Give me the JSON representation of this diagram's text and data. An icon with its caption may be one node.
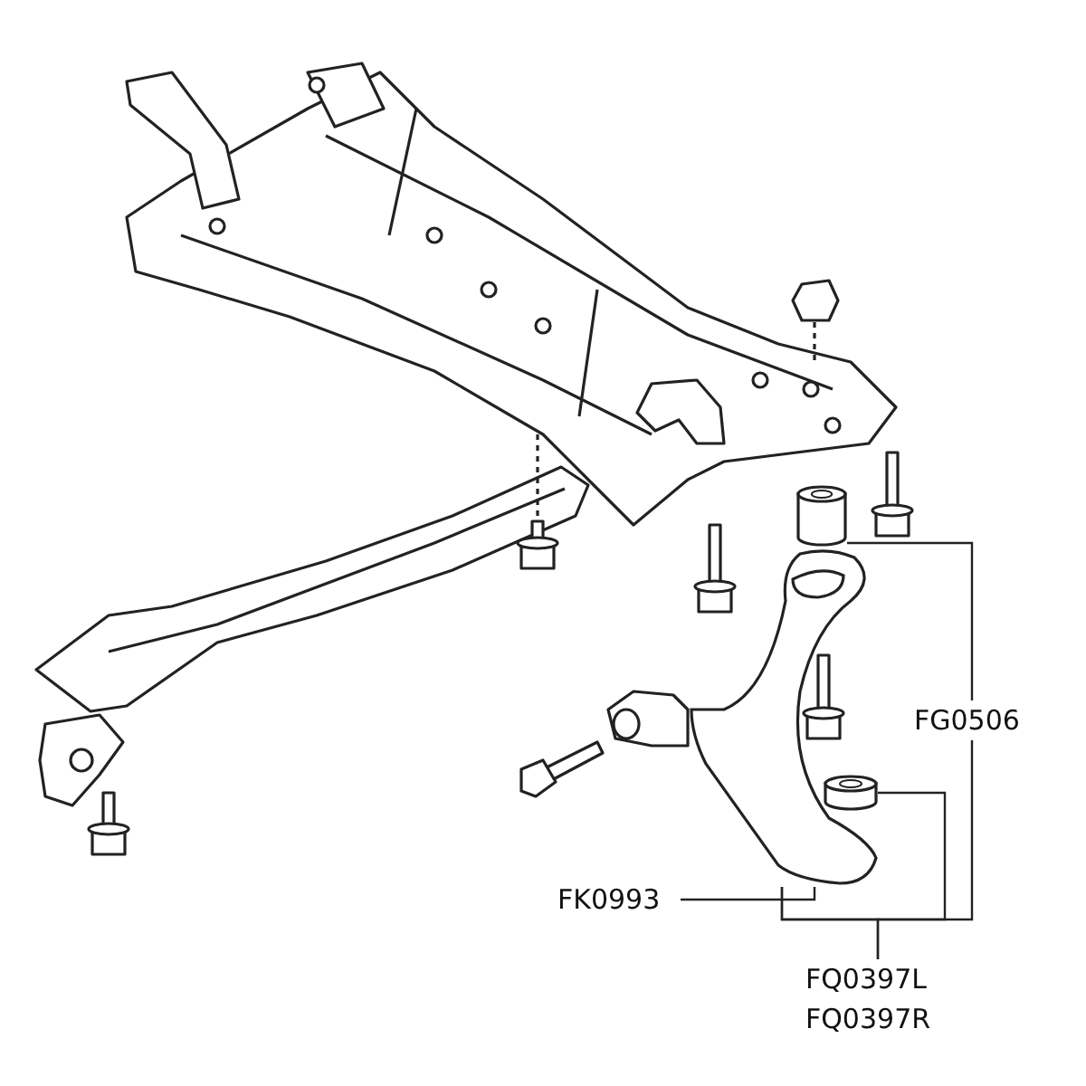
{
  "diagram": {
    "nodes": [
      {
        "text": [
          "FK0993"
        ]
      },
      {
        "text": [
          "FG0506"
        ]
      },
      {
        "text": [
          "FQ0397L",
          "FQ0397R"
        ]
      },
      {
        "text": [],
        "shape": "picture"
      },
      {
        "text": [],
        "shape": "cylinder"
      },
      {
        "text": [],
        "shape": "cylinder",
        "in": 3
      }
    ],
    "edges": [
      {
        "from": 0,
        "to": 3,
        "arrow": "none"
      },
      {
        "from": 1,
        "to": 4,
        "arrow": "none"
      },
      {
        "from": 1,
        "to": 3,
        "arrow": "none"
      },
      {
        "from": 2,
        "to": 3,
        "arrow": "none"
      },
      {
        "from": 2,
        "to": 5,
        "arrow": "none"
      }
    ]
  }
}
